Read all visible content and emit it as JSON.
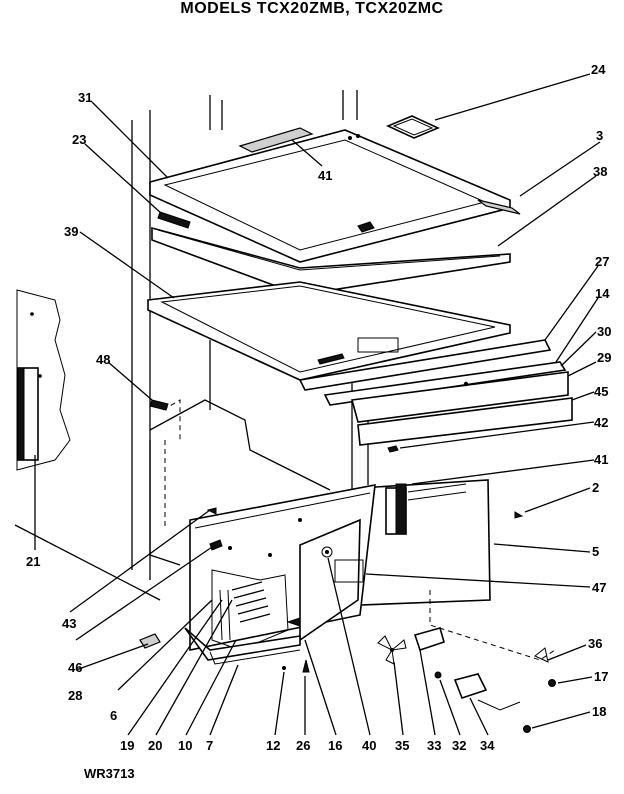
{
  "header": {
    "title": "MODELS TCX20ZMB, TCX20ZMC"
  },
  "footer": {
    "code": "WR3713"
  },
  "callouts": {
    "c24": "24",
    "c31": "31",
    "c23": "23",
    "c41a": "41",
    "c3": "3",
    "c38": "38",
    "c39": "39",
    "c27": "27",
    "c14": "14",
    "c30": "30",
    "c29": "29",
    "c48": "48",
    "c45": "45",
    "c42": "42",
    "c41b": "41",
    "c2": "2",
    "c5": "5",
    "c21": "21",
    "c47": "47",
    "c43": "43",
    "c46": "46",
    "c36": "36",
    "c17": "17",
    "c28": "28",
    "c6": "6",
    "c18": "18",
    "c19": "19",
    "c20": "20",
    "c10": "10",
    "c7": "7",
    "c12": "12",
    "c26": "26",
    "c16": "16",
    "c40": "40",
    "c35": "35",
    "c33": "33",
    "c32": "32",
    "c34": "34"
  }
}
